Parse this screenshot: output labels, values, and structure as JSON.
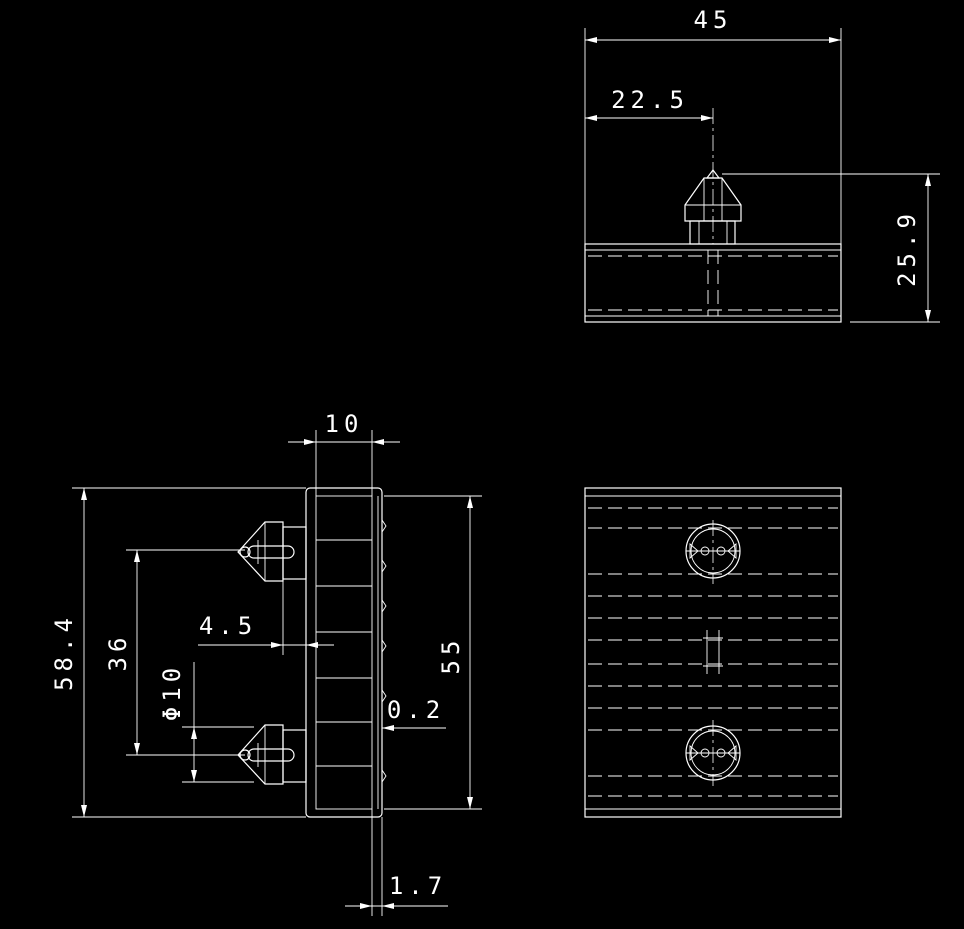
{
  "colors": {
    "background": "#000000",
    "line": "#ffffff"
  },
  "top_view": {
    "dim_width": "45",
    "dim_half_width": "22.5",
    "dim_height": "25.9"
  },
  "side_view": {
    "dim_thickness": "10",
    "dim_overall_height": "58.4",
    "dim_pin_pitch": "36",
    "dim_pin_offset": "4.5",
    "dim_pin_diameter": "Φ10",
    "dim_body_height": "55",
    "dim_gap": "0.2",
    "dim_flange": "1.7"
  }
}
